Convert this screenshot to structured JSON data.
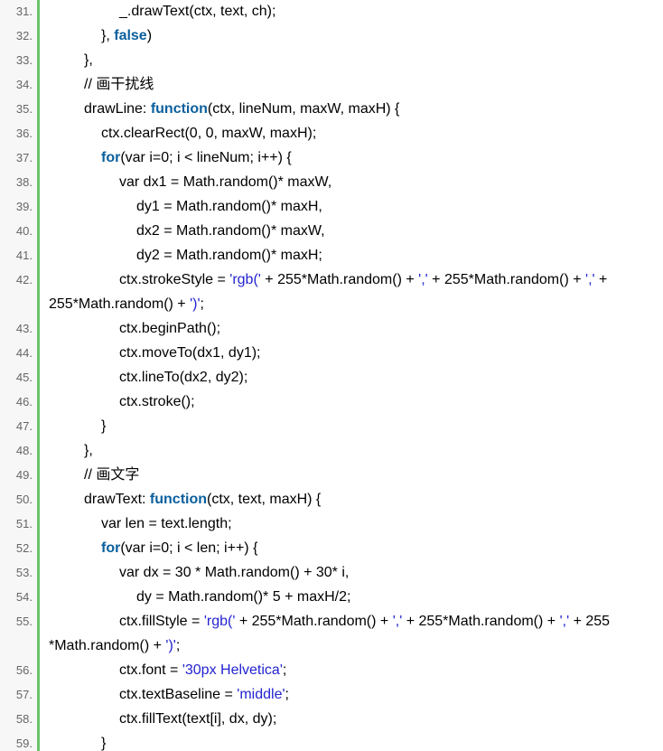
{
  "lines": [
    {
      "num": "31.",
      "indent": 1,
      "tokens": [
        {
          "t": "_.drawText(ctx, text, ch);"
        }
      ]
    },
    {
      "num": "32.",
      "indent": 2,
      "tokens": [
        {
          "t": "}, "
        },
        {
          "t": "false",
          "c": "kw"
        },
        {
          "t": ")"
        }
      ]
    },
    {
      "num": "33.",
      "indent": 3,
      "tokens": [
        {
          "t": "},"
        }
      ]
    },
    {
      "num": "34.",
      "indent": 3,
      "tokens": [
        {
          "t": "// 画干扰线",
          "c": "cm"
        }
      ]
    },
    {
      "num": "35.",
      "indent": 3,
      "tokens": [
        {
          "t": "drawLine: "
        },
        {
          "t": "function",
          "c": "kw"
        },
        {
          "t": "(ctx, lineNum, maxW, maxH) {"
        }
      ]
    },
    {
      "num": "36.",
      "indent": 2,
      "tokens": [
        {
          "t": "ctx.clearRect(0, 0, maxW, maxH);"
        }
      ]
    },
    {
      "num": "37.",
      "indent": 2,
      "tokens": [
        {
          "t": "for",
          "c": "kw"
        },
        {
          "t": "(var i=0; i < lineNum; i++) {"
        }
      ]
    },
    {
      "num": "38.",
      "indent": 1,
      "tokens": [
        {
          "t": "var dx1 = Math.random()* maxW,"
        }
      ]
    },
    {
      "num": "39.",
      "indent": 4,
      "tokens": [
        {
          "t": "dy1 = Math.random()* maxH,"
        }
      ]
    },
    {
      "num": "40.",
      "indent": 4,
      "tokens": [
        {
          "t": "dx2 = Math.random()* maxW,"
        }
      ]
    },
    {
      "num": "41.",
      "indent": 4,
      "tokens": [
        {
          "t": "dy2 = Math.random()* maxH;"
        }
      ]
    },
    {
      "num": "42.",
      "indent": 1,
      "tokens": [
        {
          "t": "ctx.strokeStyle = "
        },
        {
          "t": "'rgb('",
          "c": "str"
        },
        {
          "t": " + 255*Math.random() + "
        },
        {
          "t": "','",
          "c": "str"
        },
        {
          "t": " + 255*Math.random() + "
        },
        {
          "t": "','",
          "c": "str"
        },
        {
          "t": " +"
        }
      ],
      "cont": [
        {
          "t": "255*Math.random() + "
        },
        {
          "t": "')'",
          "c": "str"
        },
        {
          "t": ";"
        }
      ]
    },
    {
      "num": "43.",
      "indent": 1,
      "tokens": [
        {
          "t": "ctx.beginPath();"
        }
      ]
    },
    {
      "num": "44.",
      "indent": 1,
      "tokens": [
        {
          "t": "ctx.moveTo(dx1, dy1);"
        }
      ]
    },
    {
      "num": "45.",
      "indent": 1,
      "tokens": [
        {
          "t": "ctx.lineTo(dx2, dy2);"
        }
      ]
    },
    {
      "num": "46.",
      "indent": 1,
      "tokens": [
        {
          "t": "ctx.stroke();"
        }
      ]
    },
    {
      "num": "47.",
      "indent": 2,
      "tokens": [
        {
          "t": "}"
        }
      ]
    },
    {
      "num": "48.",
      "indent": 3,
      "tokens": [
        {
          "t": "},"
        }
      ]
    },
    {
      "num": "49.",
      "indent": 3,
      "tokens": [
        {
          "t": "// 画文字",
          "c": "cm"
        }
      ]
    },
    {
      "num": "50.",
      "indent": 3,
      "tokens": [
        {
          "t": "drawText: "
        },
        {
          "t": "function",
          "c": "kw"
        },
        {
          "t": "(ctx, text, maxH) {"
        }
      ]
    },
    {
      "num": "51.",
      "indent": 2,
      "tokens": [
        {
          "t": "var len = text.length;"
        }
      ]
    },
    {
      "num": "52.",
      "indent": 2,
      "tokens": [
        {
          "t": "for",
          "c": "kw"
        },
        {
          "t": "(var i=0; i < len; i++) {"
        }
      ]
    },
    {
      "num": "53.",
      "indent": 1,
      "tokens": [
        {
          "t": "var dx = 30 * Math.random() + 30* i,"
        }
      ]
    },
    {
      "num": "54.",
      "indent": 4,
      "tokens": [
        {
          "t": "dy = Math.random()* 5 + maxH/2;"
        }
      ]
    },
    {
      "num": "55.",
      "indent": 1,
      "tokens": [
        {
          "t": "ctx.fillStyle = "
        },
        {
          "t": "'rgb('",
          "c": "str"
        },
        {
          "t": " + 255*Math.random() + "
        },
        {
          "t": "','",
          "c": "str"
        },
        {
          "t": " + 255*Math.random() + "
        },
        {
          "t": "','",
          "c": "str"
        },
        {
          "t": " + 255"
        }
      ],
      "cont": [
        {
          "t": "*Math.random() + "
        },
        {
          "t": "')'",
          "c": "str"
        },
        {
          "t": ";"
        }
      ]
    },
    {
      "num": "56.",
      "indent": 1,
      "tokens": [
        {
          "t": "ctx.font = "
        },
        {
          "t": "'30px Helvetica'",
          "c": "str"
        },
        {
          "t": ";"
        }
      ]
    },
    {
      "num": "57.",
      "indent": 1,
      "tokens": [
        {
          "t": "ctx.textBaseline = "
        },
        {
          "t": "'middle'",
          "c": "str"
        },
        {
          "t": ";"
        }
      ]
    },
    {
      "num": "58.",
      "indent": 1,
      "tokens": [
        {
          "t": "ctx.fillText(text[i], dx, dy);"
        }
      ]
    },
    {
      "num": "59.",
      "indent": 2,
      "tokens": [
        {
          "t": "}"
        }
      ]
    }
  ],
  "colors": {
    "keyword": "#0a5f9d",
    "string": "#2323d0",
    "gutter_border": "#6ac26a",
    "gutter_bg": "#f7f7f7",
    "line_number": "#666666"
  }
}
